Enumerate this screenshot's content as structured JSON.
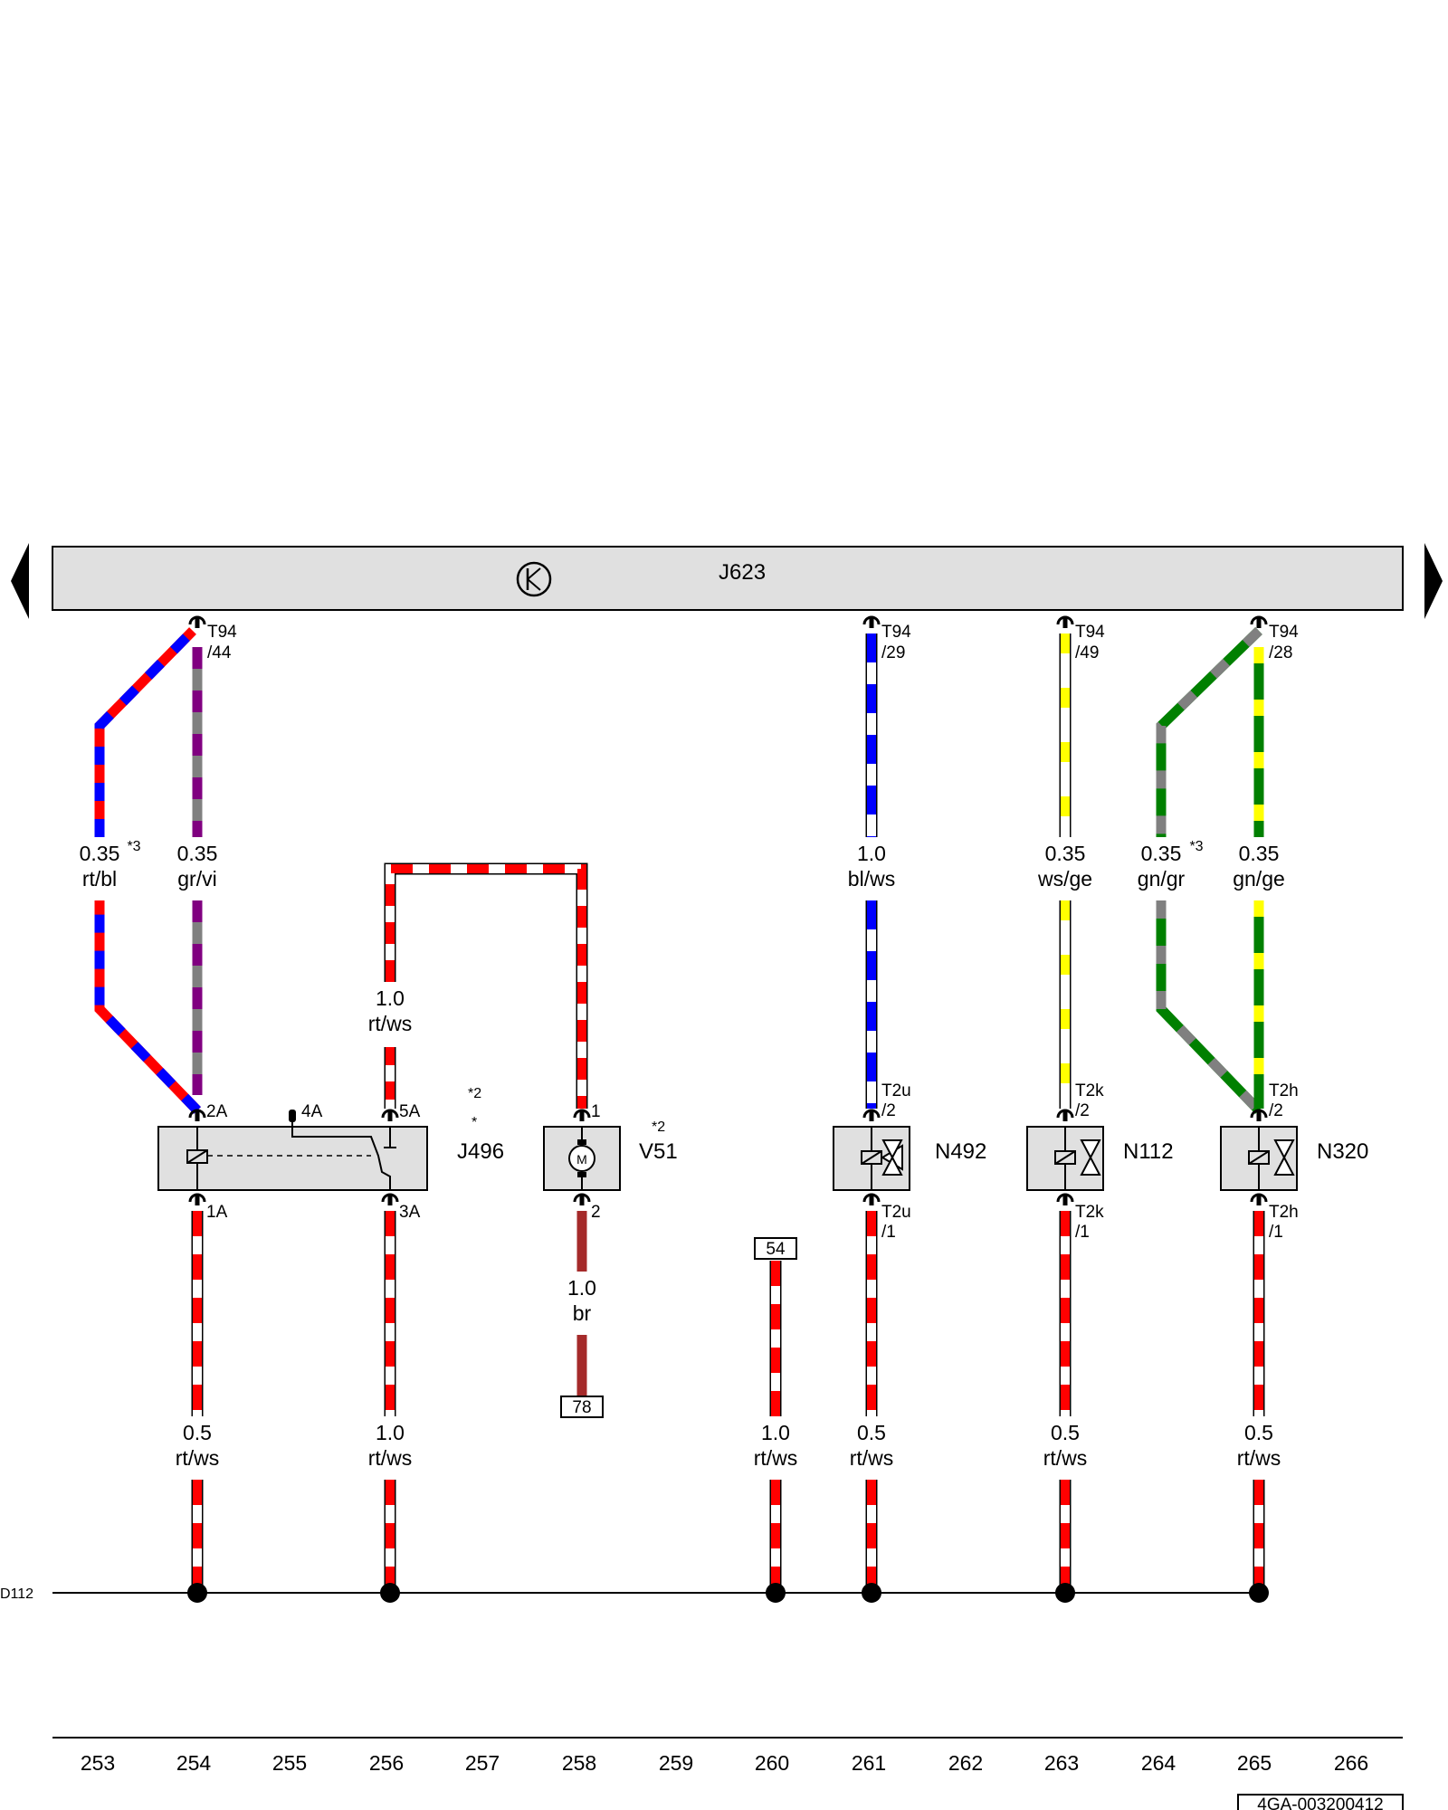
{
  "ecu": {
    "name": "J623"
  },
  "ground_ref": "D112",
  "footer_code": "4GA-003200412",
  "connectors": {
    "t94_44": [
      "T94",
      "/44"
    ],
    "t94_29": [
      "T94",
      "/29"
    ],
    "t94_49": [
      "T94",
      "/49"
    ],
    "t94_28": [
      "T94",
      "/28"
    ],
    "t2u_2": [
      "T2u",
      "/2"
    ],
    "t2u_1": [
      "T2u",
      "/1"
    ],
    "t2k_2": [
      "T2k",
      "/2"
    ],
    "t2k_1": [
      "T2k",
      "/1"
    ],
    "t2h_2": [
      "T2h",
      "/2"
    ],
    "t2h_1": [
      "T2h",
      "/1"
    ]
  },
  "wires": {
    "w_254_rtbl": {
      "size": "0.35",
      "color": "rt/bl",
      "note": "*3"
    },
    "w_254_grvi": {
      "size": "0.35",
      "color": "gr/vi"
    },
    "w_256_top": {
      "size": "1.0",
      "color": "rt/ws"
    },
    "w_258_br": {
      "size": "1.0",
      "color": "br"
    },
    "w_261_top": {
      "size": "1.0",
      "color": "bl/ws"
    },
    "w_263_top": {
      "size": "0.35",
      "color": "ws/ge"
    },
    "w_264_gngr": {
      "size": "0.35",
      "color": "gn/gr",
      "note": "*3"
    },
    "w_265_gnge": {
      "size": "0.35",
      "color": "gn/ge"
    },
    "w_254_bot": {
      "size": "0.5",
      "color": "rt/ws"
    },
    "w_256_bot": {
      "size": "1.0",
      "color": "rt/ws"
    },
    "w_260_bot": {
      "size": "1.0",
      "color": "rt/ws"
    },
    "w_261_bot": {
      "size": "0.5",
      "color": "rt/ws"
    },
    "w_263_bot": {
      "size": "0.5",
      "color": "rt/ws"
    },
    "w_265_bot": {
      "size": "0.5",
      "color": "rt/ws"
    }
  },
  "components": {
    "j496": {
      "name": "J496",
      "note_top": "*2",
      "note_mid": "*",
      "pins": [
        "2A",
        "4A",
        "5A",
        "1A",
        "3A"
      ]
    },
    "v51": {
      "name": "V51",
      "note": "*2",
      "pins": [
        "1",
        "2"
      ]
    },
    "n492": {
      "name": "N492"
    },
    "n112": {
      "name": "N112"
    },
    "n320": {
      "name": "N320"
    }
  },
  "terminals": {
    "t78": "78",
    "t54": "54"
  },
  "columns": [
    "253",
    "254",
    "255",
    "256",
    "257",
    "258",
    "259",
    "260",
    "261",
    "262",
    "263",
    "264",
    "265",
    "266"
  ],
  "colors": {
    "red": "#ff0000",
    "blue": "#0000ff",
    "grey": "#808080",
    "violet": "#800080",
    "white": "#ffffff",
    "yellow": "#ffff00",
    "green": "#008000",
    "brown": "#a52a2a",
    "box": "#e0e0e0"
  }
}
